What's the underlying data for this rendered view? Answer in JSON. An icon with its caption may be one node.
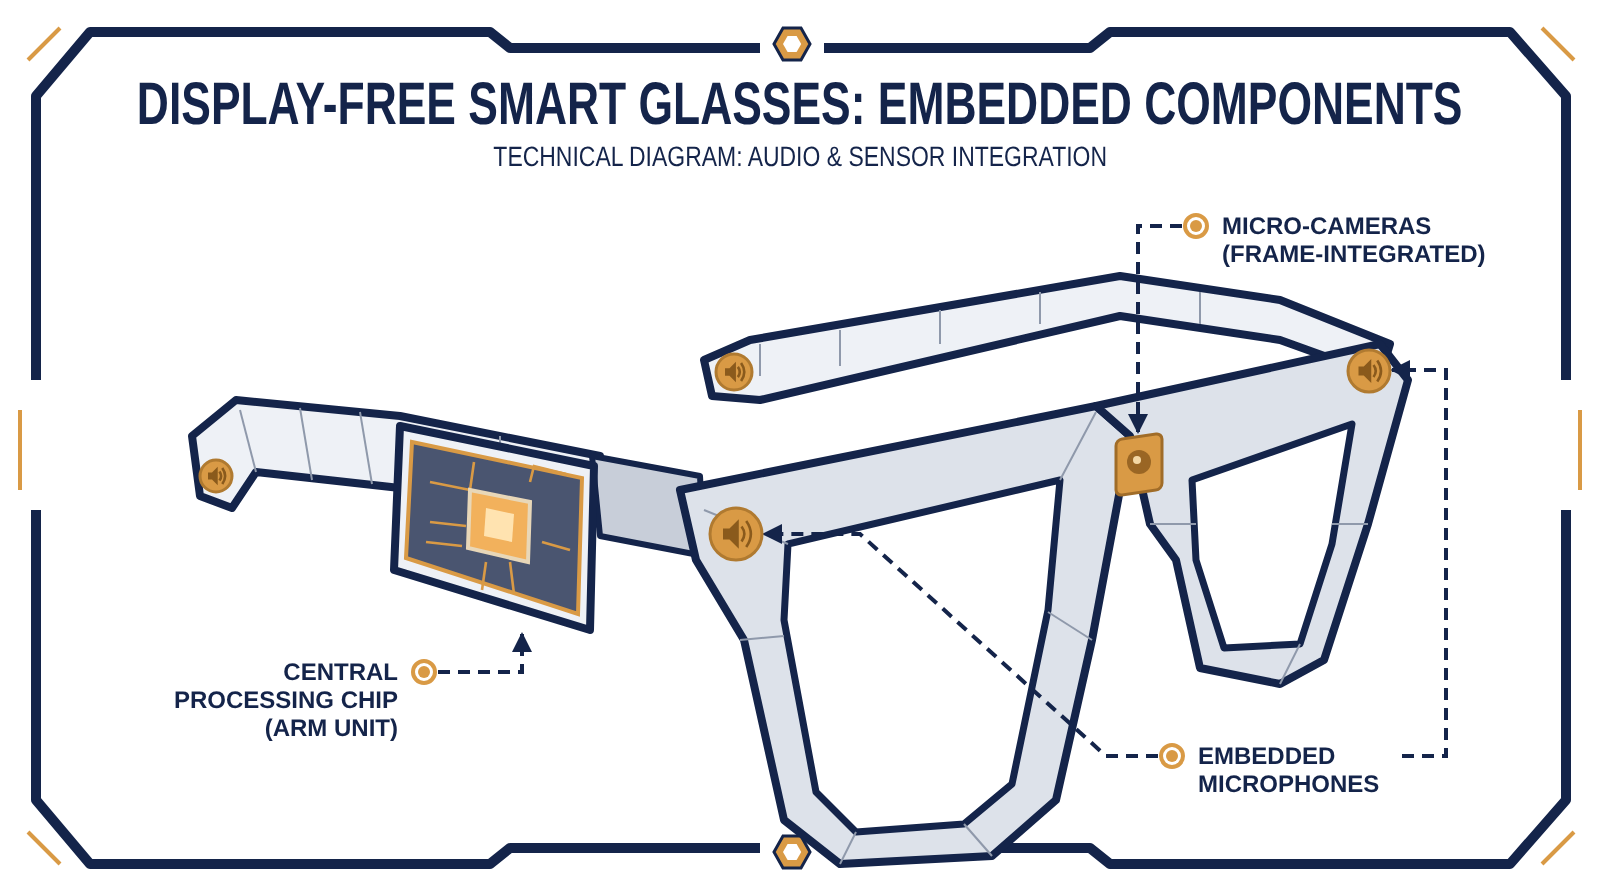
{
  "diagram": {
    "title": "DISPLAY-FREE SMART GLASSES: EMBEDDED COMPONENTS",
    "caption": "TECHNICAL DIAGRAM: AUDIO & SENSOR INTEGRATION",
    "nodes": [
      {
        "text": [
          "MICRO-CAMERAS (FRAME-INTEGRATED)"
        ]
      },
      {
        "text": [],
        "shape": "box"
      },
      {
        "text": [
          "CENTRAL PROCESSING CHIP (ARM UNIT)"
        ]
      },
      {
        "text": [],
        "shape": "picture"
      },
      {
        "text": [
          "EMBEDDED MICROPHONES"
        ]
      },
      {
        "text": [],
        "shape": "circle"
      },
      {
        "text": [],
        "shape": "circle"
      }
    ],
    "edges": [
      {
        "from": 0,
        "to": 1,
        "arrow": "to",
        "style": "dashed"
      },
      {
        "from": 2,
        "to": 3,
        "arrow": "to",
        "style": "dashed"
      },
      {
        "from": 4,
        "to": 5,
        "arrow": "to",
        "style": "dashed"
      },
      {
        "from": 4,
        "to": 6,
        "arrow": "to",
        "style": "dashed"
      }
    ]
  }
}
